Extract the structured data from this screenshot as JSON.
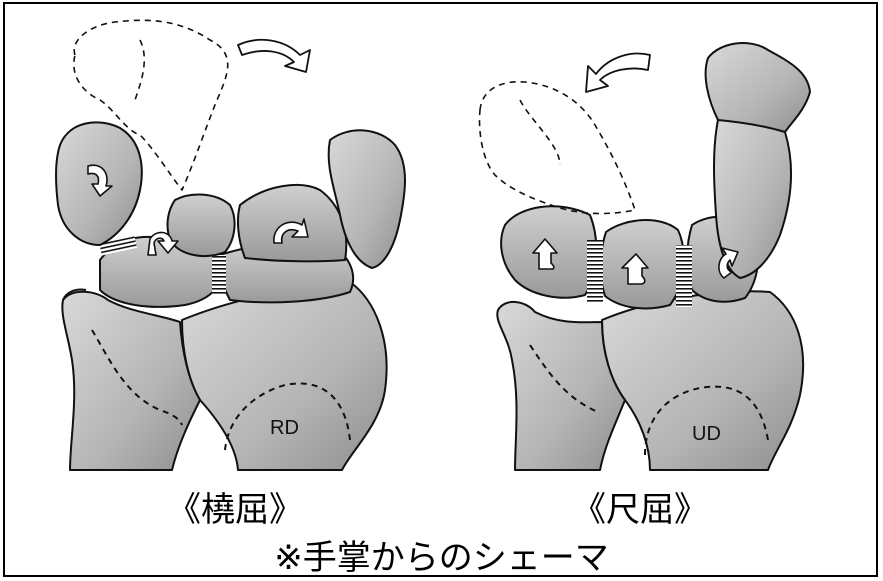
{
  "figure": {
    "captions": {
      "left": "《橈屈》",
      "right": "《尺屈》",
      "footer": "※手掌からのシェーマ"
    },
    "labels": {
      "left_radius": "RD",
      "right_radius": "UD"
    },
    "colors": {
      "bone_fill": "#bdbdbd",
      "bone_shade": "#8c8c8c",
      "outline": "#111111",
      "frame": "#000000"
    },
    "icons": [
      "rotation-arrow-icon",
      "curved-arrow-icon"
    ]
  }
}
